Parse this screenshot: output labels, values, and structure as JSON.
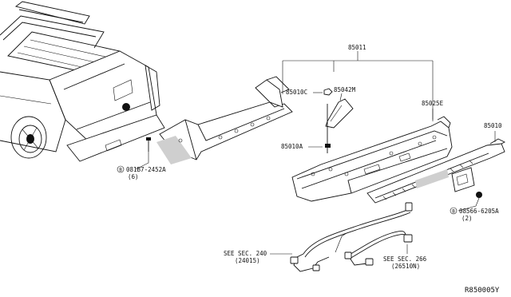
{
  "labels": {
    "p85011": "85011",
    "p85010c": "85010C",
    "p85042m": "85042M",
    "p85025e": "85025E",
    "p85010": "85010",
    "p85010a": "85010A",
    "bolt_left": "081B7-2452A",
    "bolt_left_qty": "(6)",
    "bolt_right": "08566-6205A",
    "bolt_right_qty": "(2)",
    "bolt_prefix": "B",
    "sec240": "SEE SEC. 240",
    "sec240_code": "(24015)",
    "sec266": "SEE SEC. 266",
    "sec266_code": "(26510N)",
    "diagram_id": "R850005Y"
  }
}
